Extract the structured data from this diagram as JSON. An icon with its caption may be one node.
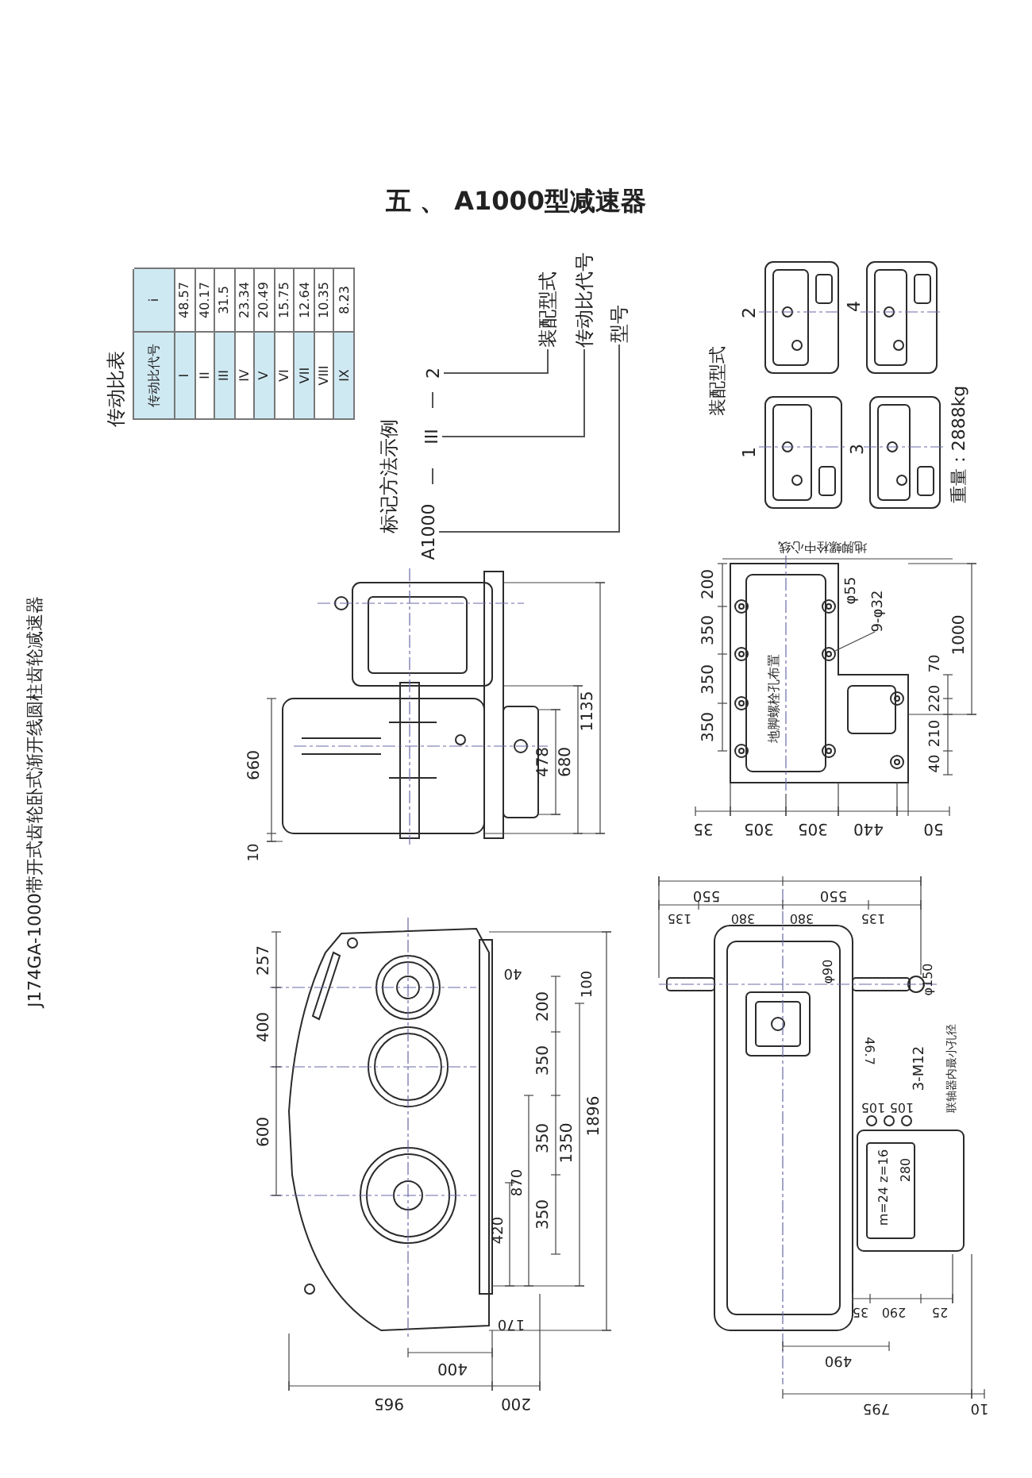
{
  "diagram": {
    "title": "五 、 A1000型减速器",
    "caption": "J174GA-1000带开式齿轮卧式渐开线圆柱齿轮减速器",
    "nodes": [
      {
        "text": [
          "A1000"
        ]
      },
      {
        "text": [
          "III"
        ]
      },
      {
        "text": [
          "2"
        ]
      },
      {
        "text": [
          "型号"
        ]
      },
      {
        "text": [
          "传动比代号"
        ]
      },
      {
        "text": [
          "装配型式"
        ]
      }
    ],
    "edges": [
      {
        "from": 0,
        "to": 3,
        "arrow": "none"
      },
      {
        "from": 1,
        "to": 4,
        "arrow": "none"
      },
      {
        "from": 2,
        "to": 5,
        "arrow": "none"
      }
    ],
    "labels": [
      "传动比表",
      "传动比代号",
      "i",
      "I",
      "48.57",
      "II",
      "40.17",
      "III",
      "31.5",
      "IV",
      "23.34",
      "V",
      "20.49",
      "VI",
      "15.75",
      "VII",
      "12.64",
      "VIII",
      "10.35",
      "IX",
      "8.23",
      "标记方法示例",
      "—",
      "—",
      "装配型式",
      "1",
      "2",
      "3",
      "4",
      "重量：2888kg",
      "地脚螺栓中心线",
      "660",
      "10",
      "478",
      "680",
      "1135",
      "200",
      "350",
      "350",
      "350",
      "φ55",
      "9-φ32",
      "1000",
      "70",
      "220",
      "210",
      "40",
      "地脚螺栓孔布置",
      "35",
      "305",
      "305",
      "440",
      "50",
      "257",
      "400",
      "600",
      "40",
      "100",
      "200",
      "350",
      "350",
      "1350",
      "1896",
      "870",
      "350",
      "420",
      "170",
      "400",
      "965",
      "200",
      "550",
      "550",
      "135",
      "380",
      "380",
      "135",
      "φ90",
      "φ150",
      "46.7",
      "3-M12",
      "联轴器内最小孔径",
      "105",
      "105",
      "m=24 z=16",
      "280",
      "35",
      "290",
      "25",
      "490",
      "795",
      "10"
    ]
  }
}
